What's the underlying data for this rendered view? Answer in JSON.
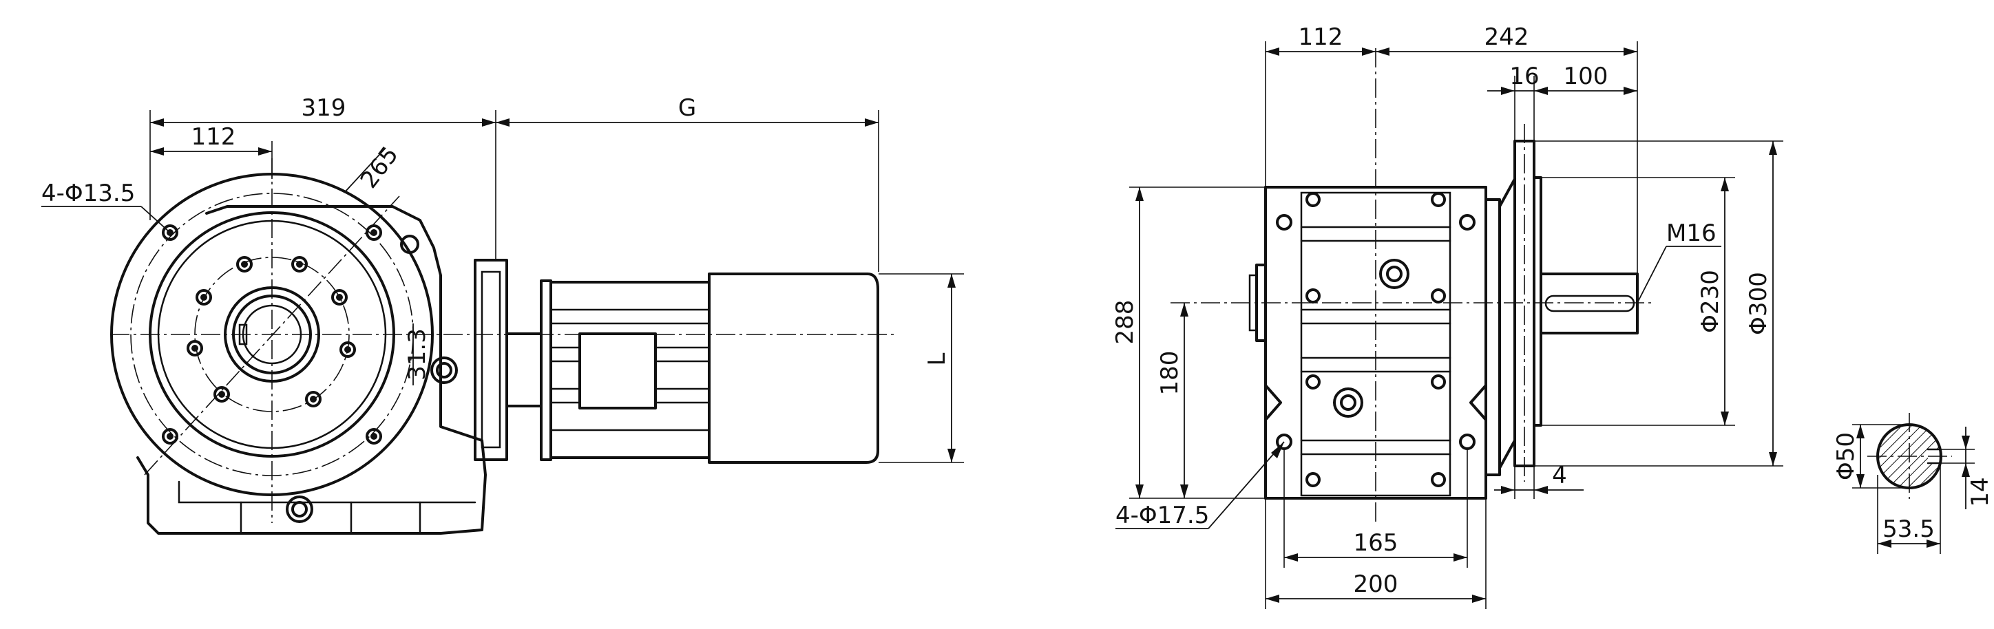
{
  "dimensions": {
    "d319": "319",
    "d112": "112",
    "dG": "G",
    "d265": "265",
    "d31_3": "31.3",
    "dL": "L",
    "holes_left": "4-Φ13.5",
    "r112": "112",
    "r242": "242",
    "r16": "16",
    "r100": "100",
    "rM16": "M16",
    "r288": "288",
    "r180": "180",
    "r230": "Φ230",
    "r300": "Φ300",
    "r4": "4",
    "holes_right": "4-Φ17.5",
    "r165": "165",
    "r200": "200",
    "s50": "Φ50",
    "s14": "14",
    "s53_5": "53.5"
  }
}
